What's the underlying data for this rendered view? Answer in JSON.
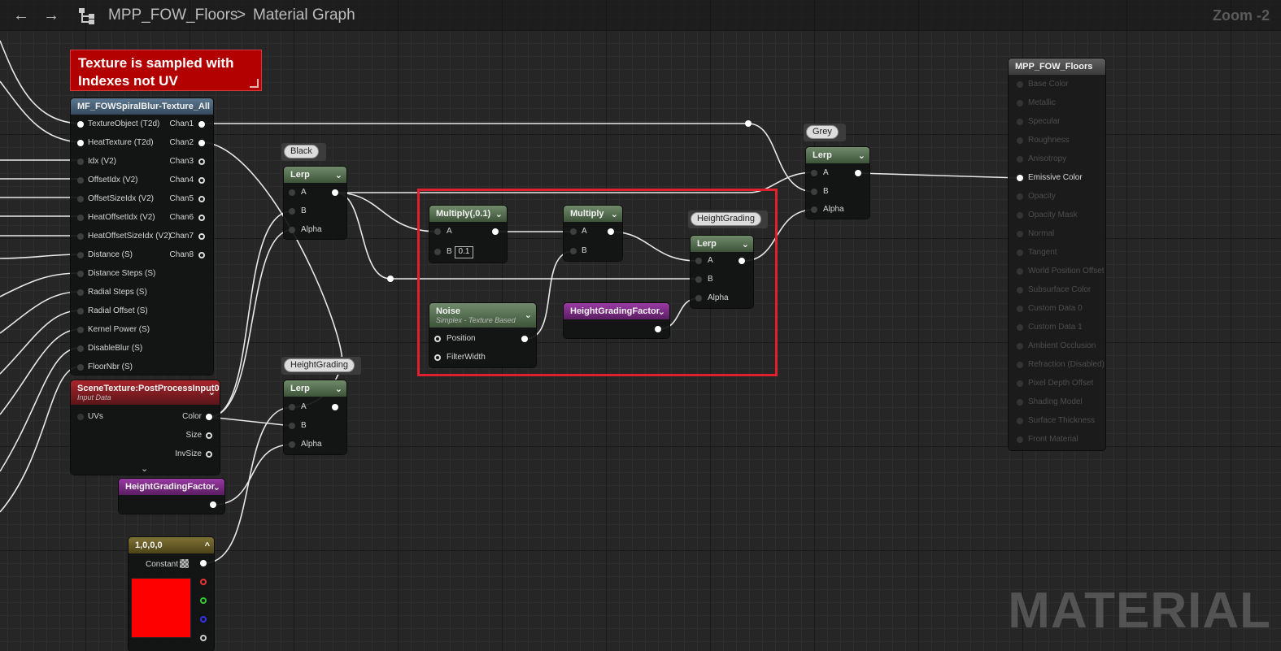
{
  "toolbar": {
    "back_icon": "arrow-left-icon",
    "forward_icon": "arrow-right-icon",
    "graph_icon": "node-graph-icon",
    "asset_name": "MPP_FOW_Floors",
    "separator": ">",
    "page_name": "Material Graph",
    "zoom_label": "Zoom -2"
  },
  "watermark": "MATERIAL",
  "comment": {
    "text": "Texture is sampled with Indexes not UV",
    "color": "#b30000"
  },
  "highlight_color": "#e0202c",
  "nodes": {
    "spiral_blur": {
      "title": "MF_FOWSpiralBlur-Texture_All",
      "inputs": [
        "TextureObject (T2d)",
        "HeatTexture (T2d)",
        "Idx (V2)",
        "OffsetIdx (V2)",
        "OffsetSizeIdx (V2)",
        "HeatOffsetIdx (V2)",
        "HeatOffsetSizeIdx (V2)",
        "Distance (S)",
        "Distance Steps (S)",
        "Radial Steps (S)",
        "Radial Offset (S)",
        "Kernel Power (S)",
        "DisableBlur (S)",
        "FloorNbr (S)"
      ],
      "outputs": [
        "Chan1",
        "Chan2",
        "Chan3",
        "Chan4",
        "Chan5",
        "Chan6",
        "Chan7",
        "Chan8"
      ]
    },
    "scene_texture": {
      "title": "SceneTexture:PostProcessInput0",
      "subtitle": "Input Data",
      "input": "UVs",
      "outputs": [
        "Color",
        "Size",
        "InvSize"
      ]
    },
    "height_param_1": {
      "title": "HeightGradingFactor"
    },
    "constant": {
      "title": "1,0,0,0",
      "label": "Constant",
      "swatch": "#ff0000"
    },
    "lerp_black": {
      "tag": "Black",
      "title": "Lerp",
      "pins": [
        "A",
        "B",
        "Alpha"
      ]
    },
    "lerp_height_1": {
      "tag": "HeightGrading",
      "title": "Lerp",
      "pins": [
        "A",
        "B",
        "Alpha"
      ]
    },
    "multiply_01": {
      "title": "Multiply(,0.1)",
      "pin_a": "A",
      "pin_b": "B",
      "b_value": "0.1"
    },
    "multiply": {
      "title": "Multiply",
      "pins": [
        "A",
        "B"
      ]
    },
    "noise": {
      "title": "Noise",
      "subtitle": "Simplex - Texture Based",
      "pins": [
        "Position",
        "FilterWidth"
      ]
    },
    "height_param_2": {
      "title": "HeightGradingFactor"
    },
    "lerp_height_2": {
      "tag": "HeightGrading",
      "title": "Lerp",
      "pins": [
        "A",
        "B",
        "Alpha"
      ]
    },
    "lerp_grey": {
      "tag": "Grey",
      "title": "Lerp",
      "pins": [
        "A",
        "B",
        "Alpha"
      ]
    },
    "result": {
      "title": "MPP_FOW_Floors",
      "pins": [
        "Base Color",
        "Metallic",
        "Specular",
        "Roughness",
        "Anisotropy",
        "Emissive Color",
        "Opacity",
        "Opacity Mask",
        "Normal",
        "Tangent",
        "World Position Offset",
        "Subsurface Color",
        "Custom Data 0",
        "Custom Data 1",
        "Ambient Occlusion",
        "Refraction (Disabled)",
        "Pixel Depth Offset",
        "Shading Model",
        "Surface Thickness",
        "Front Material"
      ],
      "active_pin": "Emissive Color"
    }
  }
}
